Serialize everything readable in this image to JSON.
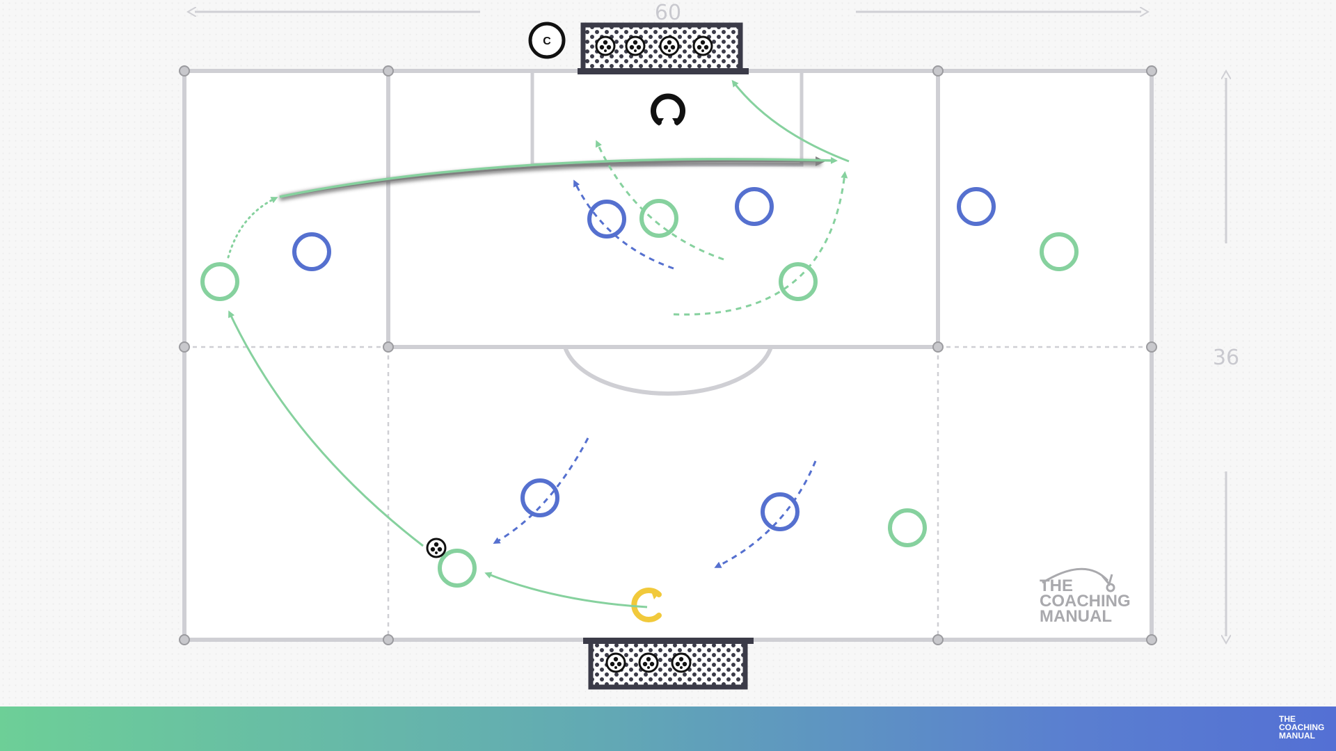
{
  "dimensions": {
    "width_label": "60",
    "height_label": "36"
  },
  "brand": {
    "line1": "THE",
    "line2": "COACHING",
    "line3": "MANUAL"
  },
  "coach": {
    "label": "C"
  },
  "colors": {
    "pitch_line": "#cfcfd4",
    "team_green": "#86d19e",
    "team_blue": "#5570cf",
    "goal_frame": "#3b3b48",
    "marker_black": "#111111",
    "marker_yellow": "#f1c93b",
    "ghost_line": "#b5b5b8"
  },
  "icons": [
    "goal-icon",
    "ball-icon",
    "coach-icon",
    "rotate-icon",
    "brand-logo-icon"
  ]
}
